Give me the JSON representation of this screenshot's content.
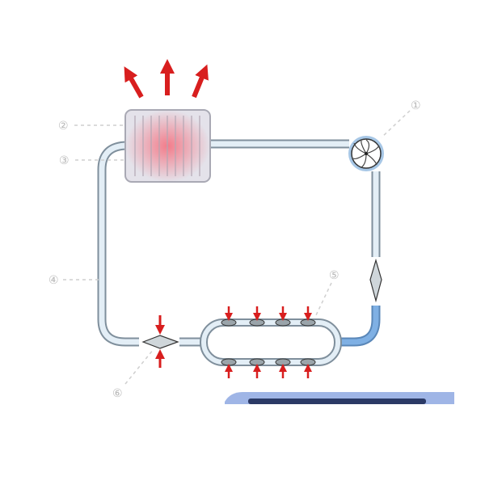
{
  "diagram": {
    "labels": {
      "compressor": "①",
      "condenser_upper": "②",
      "condenser_lower": "③",
      "pipe": "④",
      "evaporator": "⑤",
      "expansion_valve": "⑥"
    },
    "colors": {
      "heat_arrow": "#d81e1e",
      "pipe": "#e3eef6",
      "cold_pipe": "#7fb0e4",
      "radiator": "#e8dde2",
      "panel": "#8fa8e0"
    }
  }
}
